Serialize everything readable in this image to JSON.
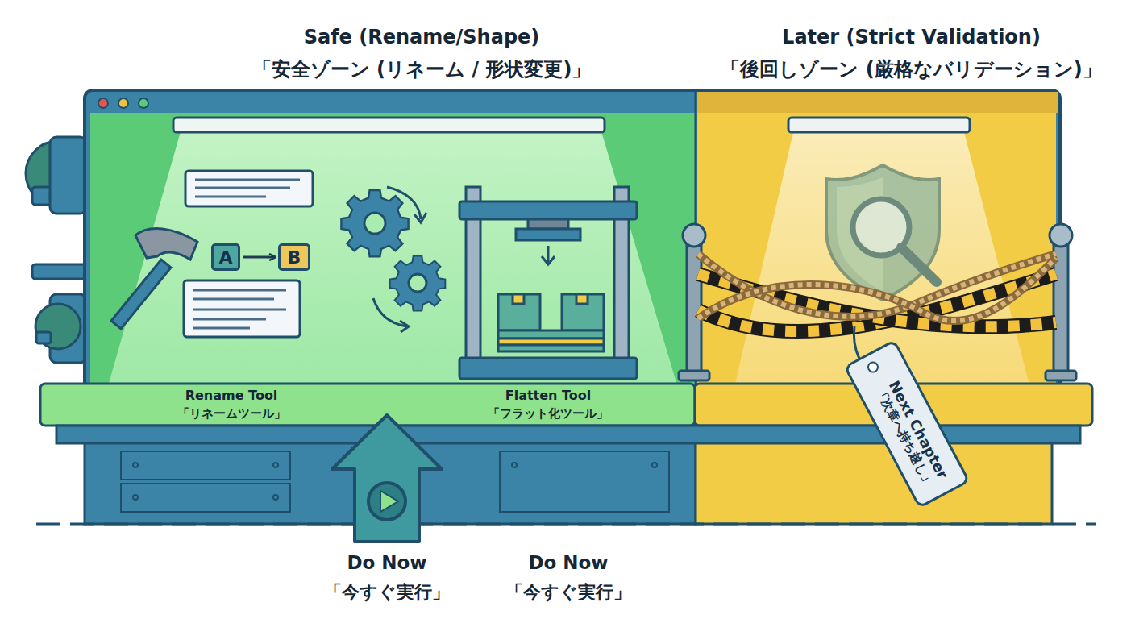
{
  "diagram": {
    "nodes": [
      {
        "text": [
          "Safe (Rename/Shape)",
          "「安全ゾーン (リネーム / 形状変更)」"
        ]
      },
      {
        "text": [
          "A"
        ],
        "in": 0
      },
      {
        "text": [
          "B"
        ],
        "in": 0
      },
      {
        "text": [
          "Later (Strict Validation)",
          "「後回しゾーン (厳格なバリデーション)」"
        ]
      },
      {
        "text": [
          "Next Chapter",
          "「次章へ持ち越し」"
        ],
        "in": 3
      }
    ],
    "edges": [
      {
        "from": 1,
        "to": 2,
        "arrow": "to"
      }
    ],
    "labels": [
      "Rename Tool",
      "「リネームツール」",
      "Flatten Tool",
      "「フラット化ツール」",
      "Do Now",
      "「今すぐ実行」",
      "Do Now",
      "「今すぐ実行」"
    ]
  }
}
